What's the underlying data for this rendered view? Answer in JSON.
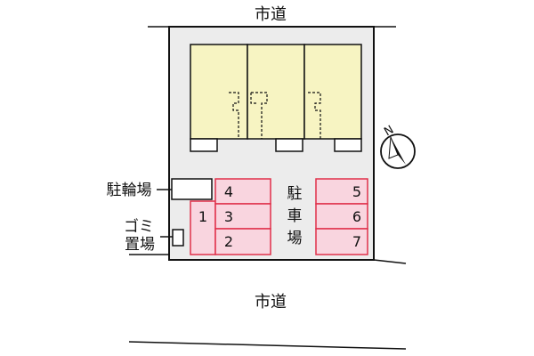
{
  "roads": {
    "top_label": "市道",
    "bottom_label": "市道"
  },
  "facilities": {
    "bicycle_parking": "駐輪場",
    "garbage_line1": "ゴミ",
    "garbage_line2": "置場",
    "parking_chars": [
      "駐",
      "車",
      "場"
    ]
  },
  "compass": {
    "north_label": "N"
  },
  "stalls": {
    "s1": "1",
    "s2": "2",
    "s3": "3",
    "s4": "4",
    "s5": "5",
    "s6": "6",
    "s7": "7"
  },
  "colors": {
    "site_fill": "#ececec",
    "building_fill": "#f7f4c2",
    "stall_fill": "#f9d5df",
    "stall_border": "#e0304a",
    "line": "#111111"
  }
}
